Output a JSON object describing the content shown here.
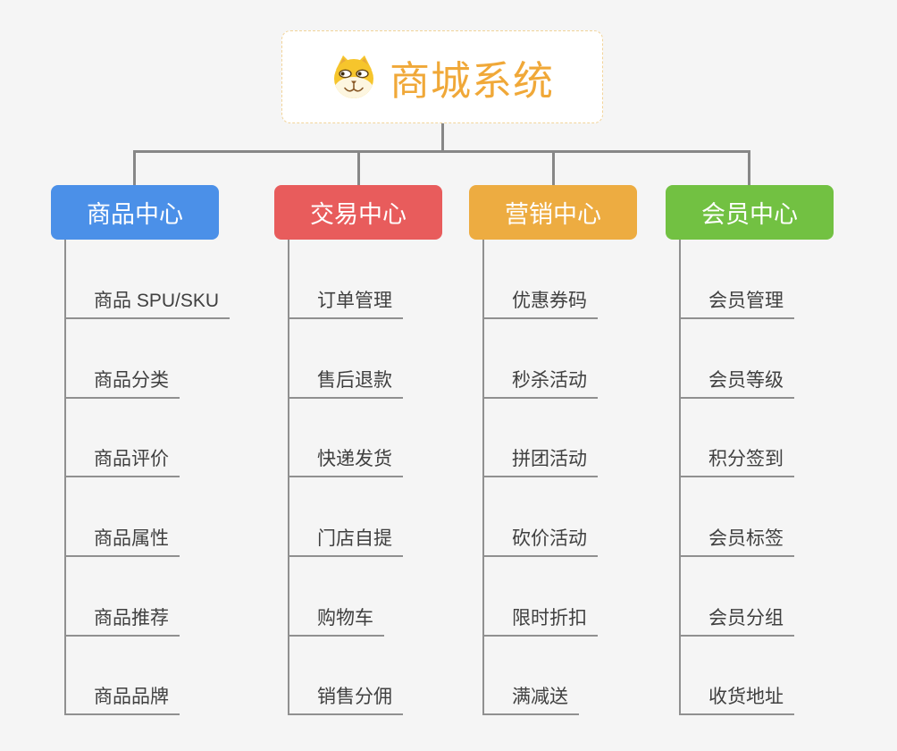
{
  "canvas": {
    "background": "#f5f5f5",
    "line_color": "#878787"
  },
  "root": {
    "title": "商城系统",
    "icon": "dog-icon",
    "title_color": "#F0A838",
    "border_color": "#F2D49A"
  },
  "branches": [
    {
      "label": "商品中心",
      "color": "#4B90E8",
      "children": [
        "商品 SPU/SKU",
        "商品分类",
        "商品评价",
        "商品属性",
        "商品推荐",
        "商品品牌"
      ]
    },
    {
      "label": "交易中心",
      "color": "#E85C5C",
      "children": [
        "订单管理",
        "售后退款",
        "快递发货",
        "门店自提",
        "购物车",
        "销售分佣"
      ]
    },
    {
      "label": "营销中心",
      "color": "#EDAC41",
      "children": [
        "优惠券码",
        "秒杀活动",
        "拼团活动",
        "砍价活动",
        "限时折扣",
        "满减送"
      ]
    },
    {
      "label": "会员中心",
      "color": "#72C142",
      "children": [
        "会员管理",
        "会员等级",
        "积分签到",
        "会员标签",
        "会员分组",
        "收货地址"
      ]
    }
  ]
}
